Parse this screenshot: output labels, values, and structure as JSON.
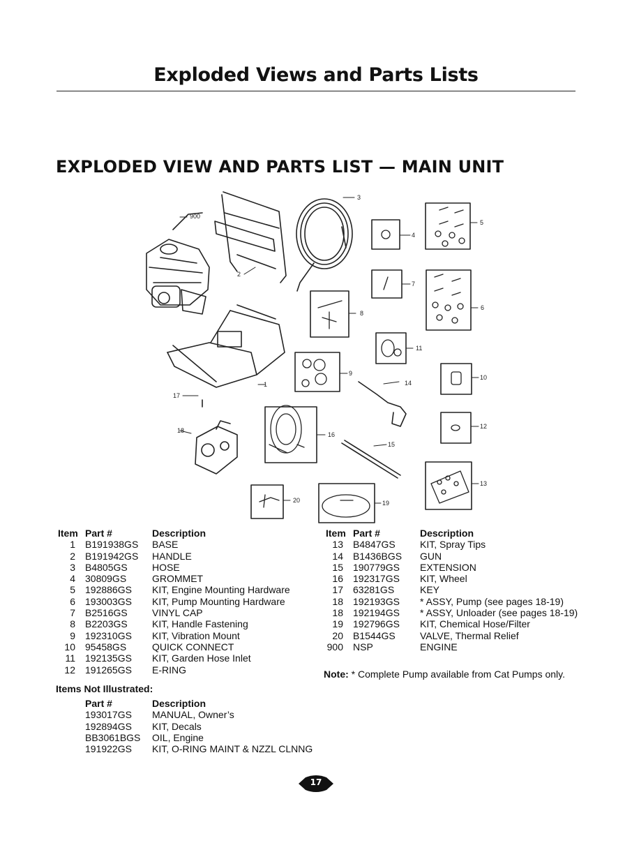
{
  "header": {
    "title": "Exploded Views and Parts Lists"
  },
  "section": {
    "title": "EXPLODED VIEW AND PARTS LIST — MAIN UNIT"
  },
  "diagram": {
    "callouts": [
      "900",
      "3",
      "2",
      "4",
      "5",
      "7",
      "6",
      "8",
      "11",
      "1",
      "9",
      "14",
      "10",
      "17",
      "18",
      "16",
      "15",
      "12",
      "13",
      "20",
      "19"
    ]
  },
  "parts_table": {
    "headers": {
      "item": "Item",
      "part": "Part #",
      "desc": "Description"
    },
    "left_rows": [
      {
        "item": "1",
        "part": "B191938GS",
        "desc": "BASE"
      },
      {
        "item": "2",
        "part": "B191942GS",
        "desc": "HANDLE"
      },
      {
        "item": "3",
        "part": "B4805GS",
        "desc": "HOSE"
      },
      {
        "item": "4",
        "part": "30809GS",
        "desc": "GROMMET"
      },
      {
        "item": "5",
        "part": "192886GS",
        "desc": "KIT, Engine Mounting Hardware"
      },
      {
        "item": "6",
        "part": "193003GS",
        "desc": "KIT, Pump Mounting Hardware"
      },
      {
        "item": "7",
        "part": "B2516GS",
        "desc": "VINYL CAP"
      },
      {
        "item": "8",
        "part": "B2203GS",
        "desc": "KIT, Handle Fastening"
      },
      {
        "item": "9",
        "part": "192310GS",
        "desc": "KIT, Vibration Mount"
      },
      {
        "item": "10",
        "part": "95458GS",
        "desc": "QUICK CONNECT"
      },
      {
        "item": "11",
        "part": "192135GS",
        "desc": "KIT, Garden Hose Inlet"
      },
      {
        "item": "12",
        "part": "191265GS",
        "desc": "E-RING"
      }
    ],
    "right_rows": [
      {
        "item": "13",
        "part": "B4847GS",
        "desc": "KIT, Spray Tips"
      },
      {
        "item": "14",
        "part": "B1436BGS",
        "desc": "GUN"
      },
      {
        "item": "15",
        "part": "190779GS",
        "desc": "EXTENSION"
      },
      {
        "item": "16",
        "part": "192317GS",
        "desc": "KIT, Wheel"
      },
      {
        "item": "17",
        "part": "63281GS",
        "desc": "KEY"
      },
      {
        "item": "18",
        "part": "192193GS",
        "desc": "* ASSY, Pump (see pages 18-19)"
      },
      {
        "item": "18",
        "part": "192194GS",
        "desc": "* ASSY, Unloader (see pages 18-19)"
      },
      {
        "item": "19",
        "part": "192796GS",
        "desc": "KIT, Chemical Hose/Filter"
      },
      {
        "item": "20",
        "part": "B1544GS",
        "desc": "VALVE, Thermal Relief"
      },
      {
        "item": "900",
        "part": "NSP",
        "desc": "ENGINE"
      }
    ]
  },
  "note": {
    "label": "Note:",
    "text": "* Complete Pump available from Cat Pumps only."
  },
  "not_illustrated": {
    "heading": "Items Not Illustrated:",
    "headers": {
      "part": "Part #",
      "desc": "Description"
    },
    "rows": [
      {
        "part": "193017GS",
        "desc": "MANUAL, Owner’s"
      },
      {
        "part": "192894GS",
        "desc": "KIT, Decals"
      },
      {
        "part": "BB3061BGS",
        "desc": "OIL, Engine"
      },
      {
        "part": "191922GS",
        "desc": "KIT, O-RING MAINT & NZZL CLNNG"
      }
    ]
  },
  "page": {
    "number": "17"
  }
}
